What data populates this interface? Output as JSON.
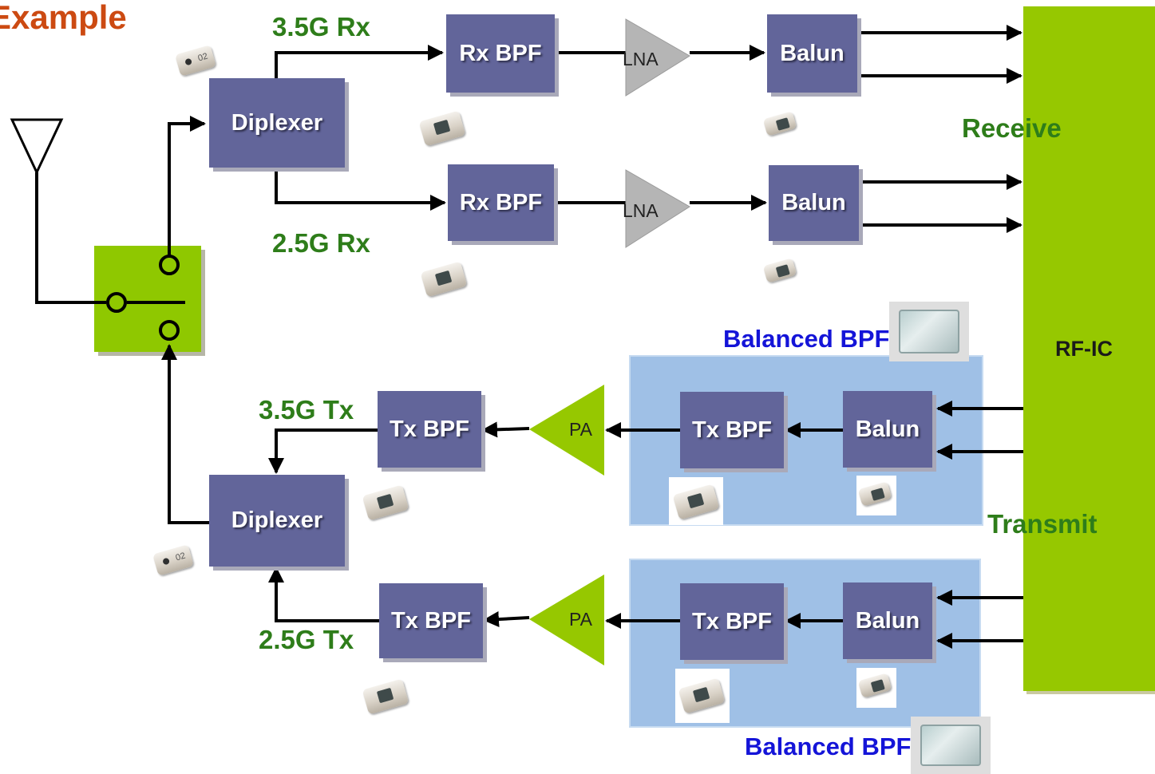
{
  "title": "Example",
  "labels": {
    "rx35": "3.5G Rx",
    "rx25": "2.5G Rx",
    "tx35": "3.5G Tx",
    "tx25": "2.5G Tx",
    "receive": "Receive",
    "transmit": "Transmit",
    "rfic": "RF-IC",
    "balanced_bpf_top": "Balanced BPF",
    "balanced_bpf_bottom": "Balanced BPF"
  },
  "blocks": {
    "diplexer_rx": "Diplexer",
    "diplexer_tx": "Diplexer",
    "rx_bpf_1": "Rx BPF",
    "rx_bpf_2": "Rx BPF",
    "balun_rx_1": "Balun",
    "balun_rx_2": "Balun",
    "tx_bpf_1": "Tx BPF",
    "tx_bpf_2": "Tx BPF",
    "tx_bpf_3": "Tx BPF",
    "tx_bpf_4": "Tx BPF",
    "balun_tx_1": "Balun",
    "balun_tx_2": "Balun"
  },
  "amps": {
    "lna_1": "LNA",
    "lna_2": "LNA",
    "pa_1": "PA",
    "pa_2": "PA"
  },
  "chip_markings": {
    "top": "02",
    "bottom": "02"
  },
  "colors": {
    "block": "#62659a",
    "rfic": "#96c800",
    "switch": "#8fc800",
    "amp_lna": "#b5b5b5",
    "amp_pa": "#96c800",
    "balanced_region": "#9fc0e6",
    "green_text": "#2e7d1a",
    "blue_text": "#1414d8",
    "title_text": "#cc4a12"
  }
}
